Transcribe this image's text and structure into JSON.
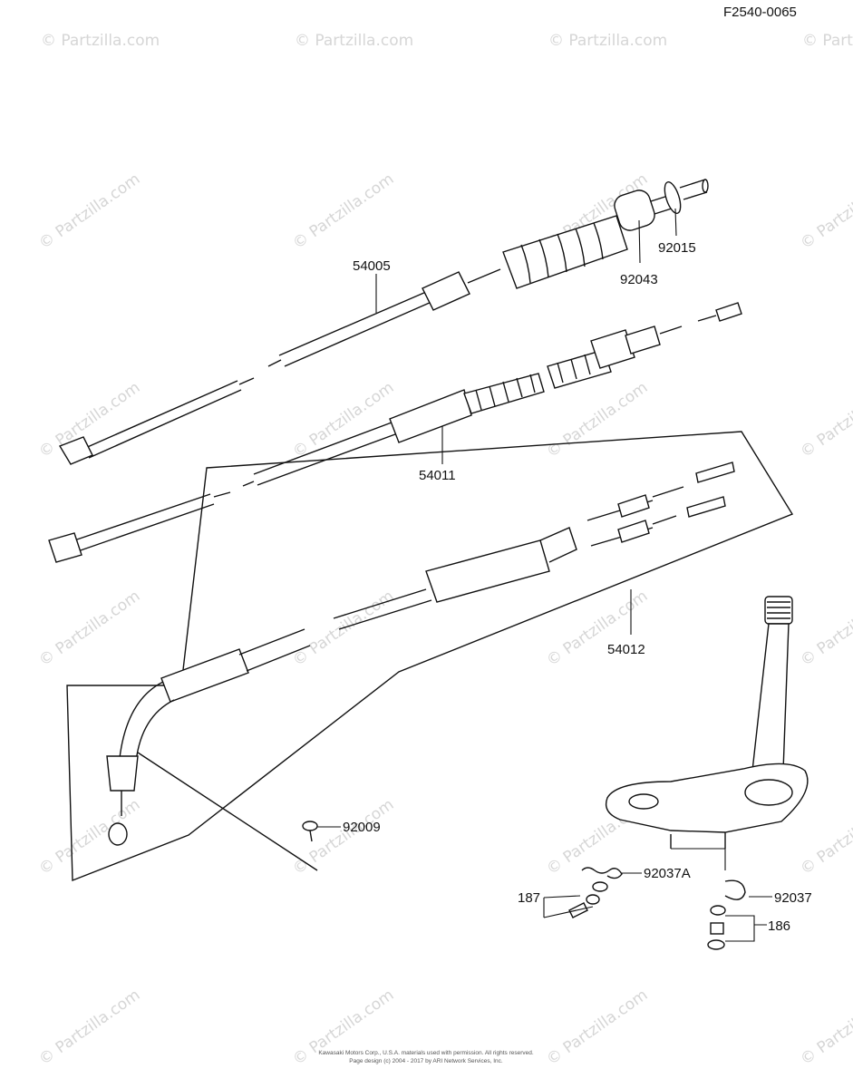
{
  "figure_code": "F2540-0065",
  "watermark": "© Partzilla.com",
  "footer": {
    "line1": "Kawasaki Motors Corp., U.S.A. materials used with permission. All rights reserved.",
    "line2": "Page design (c) 2004 - 2017 by ARI Network Services, Inc."
  },
  "parts": [
    {
      "id": "p54005",
      "number": "54005"
    },
    {
      "id": "p92043",
      "number": "92043"
    },
    {
      "id": "p92015",
      "number": "92015"
    },
    {
      "id": "p54011",
      "number": "54011"
    },
    {
      "id": "p54012",
      "number": "54012"
    },
    {
      "id": "p92009",
      "number": "92009"
    },
    {
      "id": "p92037A",
      "number": "92037A"
    },
    {
      "id": "p187",
      "number": "187"
    },
    {
      "id": "p92037",
      "number": "92037"
    },
    {
      "id": "p186",
      "number": "186"
    }
  ]
}
